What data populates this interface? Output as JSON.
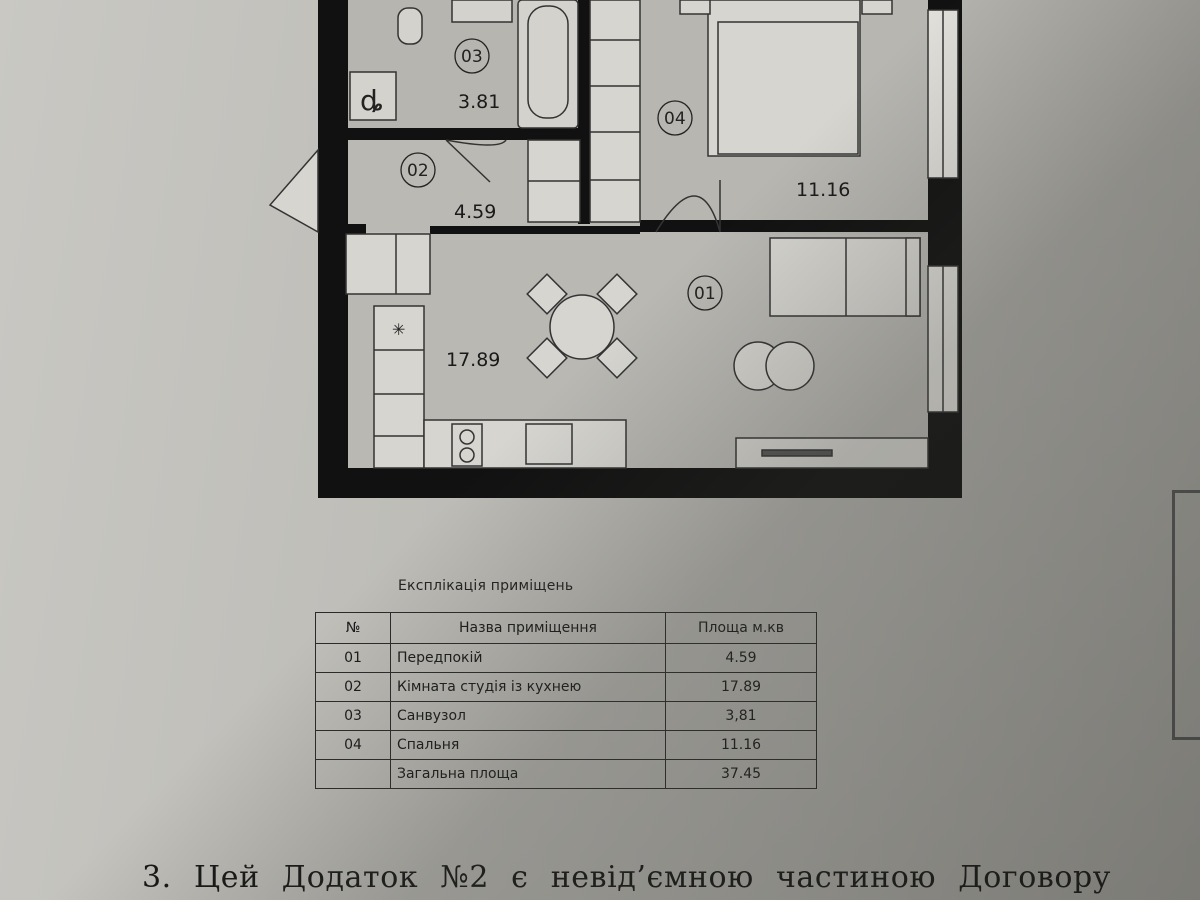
{
  "plan": {
    "rooms": [
      {
        "number": "03",
        "area": "3.81"
      },
      {
        "number": "04",
        "area": "11.16"
      },
      {
        "number": "02",
        "area": "4.59"
      },
      {
        "number": "01",
        "area": "17.89"
      }
    ],
    "colors": {
      "wall": "#111111",
      "floor": "#b9b8b3",
      "furniture": "#d6d5d0"
    }
  },
  "explication": {
    "title": "Експлікація приміщень",
    "headers": {
      "num": "№",
      "name": "Назва приміщення",
      "area": "Площа м.кв"
    },
    "rows": [
      {
        "num": "01",
        "name": "Передпокій",
        "area": "4.59"
      },
      {
        "num": "02",
        "name": "Кімната студія із кухнею",
        "area": "17.89"
      },
      {
        "num": "03",
        "name": "Санвузол",
        "area": "3,81"
      },
      {
        "num": "04",
        "name": "Спальня",
        "area": "11.16"
      }
    ],
    "total": {
      "name": "Загальна площа",
      "area": "37.45"
    }
  },
  "clause": "3. Цей Додаток №2 є невід’ємною частиною Договору"
}
